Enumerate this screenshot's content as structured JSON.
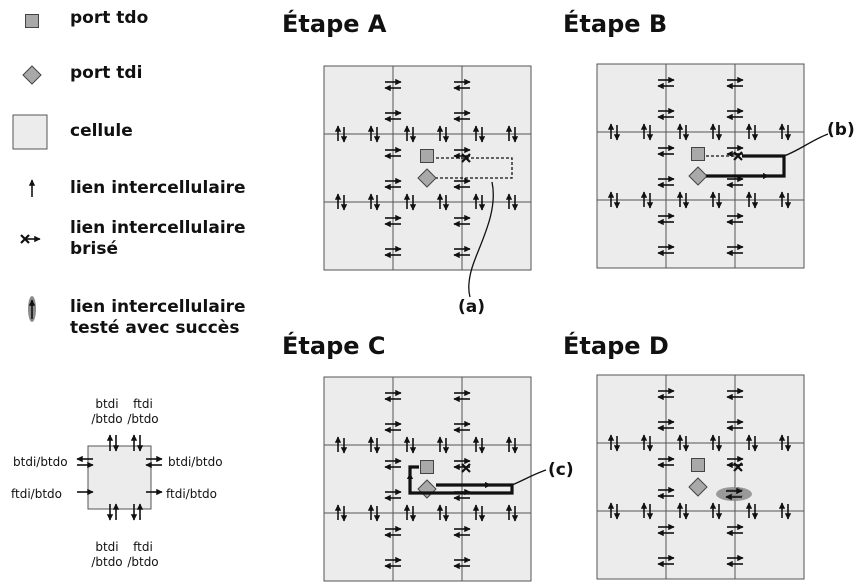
{
  "legend": {
    "items": [
      {
        "key": "tdo",
        "label": "port tdo"
      },
      {
        "key": "tdi",
        "label": "port tdi"
      },
      {
        "key": "cell",
        "label": "cellule"
      },
      {
        "key": "link",
        "label": "lien intercellulaire"
      },
      {
        "key": "broken",
        "label": "lien intercellulaire\nbrisé"
      },
      {
        "key": "tested",
        "label": "lien intercellulaire\ntesté avec succès"
      }
    ]
  },
  "cell_detail": {
    "top_left": "btdi\n/btdo",
    "top_right": "ftdi\n/btdo",
    "left_top": "btdi/btdo",
    "left_bottom": "ftdi/btdo",
    "right_top": "btdi/btdo",
    "right_bottom": "ftdi/btdo",
    "bottom_left": "btdi\n/btdo",
    "bottom_right": "ftdi\n/btdo"
  },
  "stages": [
    {
      "key": "A",
      "title": "Étape A",
      "callout": "(a)"
    },
    {
      "key": "B",
      "title": "Étape B",
      "callout": "(b)"
    },
    {
      "key": "C",
      "title": "Étape C",
      "callout": "(c)"
    },
    {
      "key": "D",
      "title": "Étape D",
      "callout": ""
    }
  ],
  "colors": {
    "cell_fill": "#ececec",
    "cell_stroke": "#555555",
    "port_fill": "#a9a9a9",
    "tested_fill": "#8c8c8c",
    "ink": "#111111"
  }
}
